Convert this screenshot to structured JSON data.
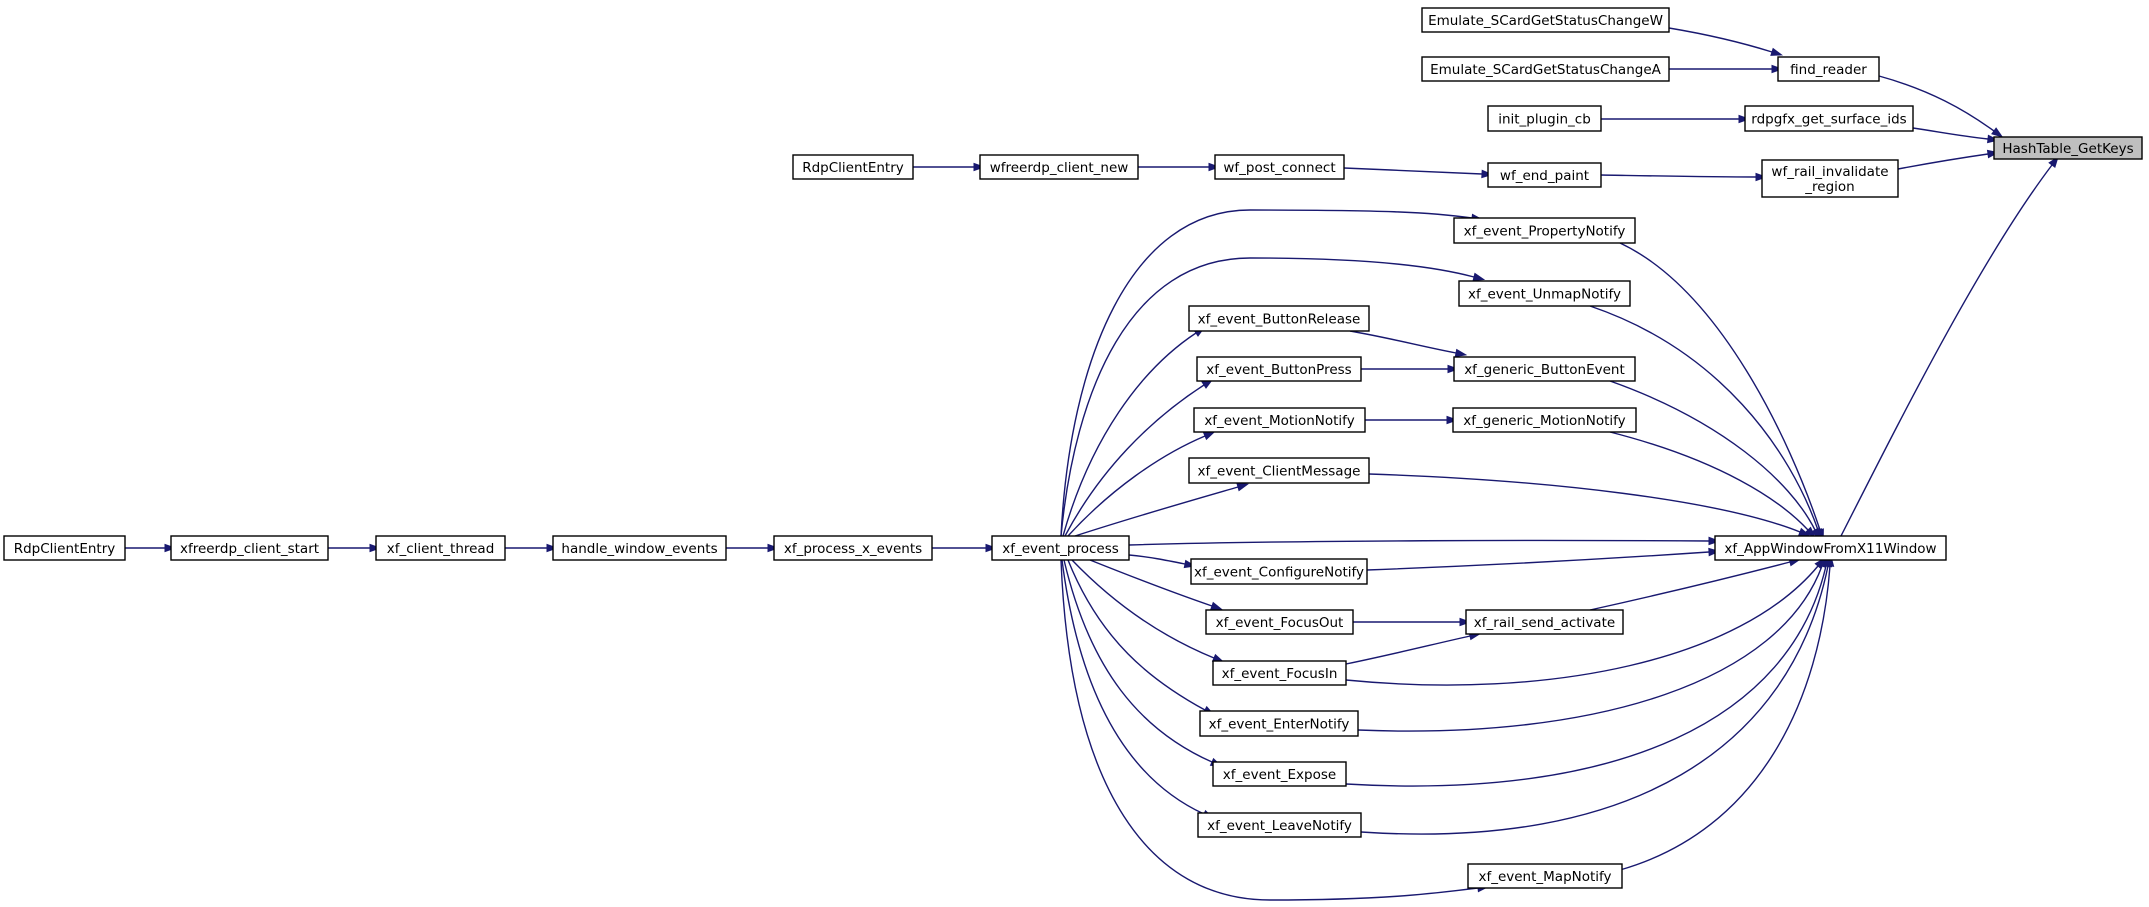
{
  "graph": {
    "root": "HashTable_GetKeys",
    "nodes": [
      {
        "id": "hashtable_getkeys",
        "lines": [
          "HashTable_GetKeys"
        ],
        "root": true
      },
      {
        "id": "emulate_scardgetstatuschangew",
        "lines": [
          "Emulate_SCardGetStatusChangeW"
        ]
      },
      {
        "id": "emulate_scardgetstatuschangea",
        "lines": [
          "Emulate_SCardGetStatusChangeA"
        ]
      },
      {
        "id": "find_reader",
        "lines": [
          "find_reader"
        ]
      },
      {
        "id": "init_plugin_cb",
        "lines": [
          "init_plugin_cb"
        ]
      },
      {
        "id": "rdpgfx_get_surface_ids",
        "lines": [
          "rdpgfx_get_surface_ids"
        ]
      },
      {
        "id": "rdpcliententry_top",
        "lines": [
          "RdpClientEntry"
        ]
      },
      {
        "id": "wfreerdp_client_new",
        "lines": [
          "wfreerdp_client_new"
        ]
      },
      {
        "id": "wf_post_connect",
        "lines": [
          "wf_post_connect"
        ]
      },
      {
        "id": "wf_end_paint",
        "lines": [
          "wf_end_paint"
        ]
      },
      {
        "id": "wf_rail_invalidate_region",
        "lines": [
          "wf_rail_invalidate",
          "_region"
        ]
      },
      {
        "id": "xf_event_propertynotify",
        "lines": [
          "xf_event_PropertyNotify"
        ]
      },
      {
        "id": "xf_event_unmapnotify",
        "lines": [
          "xf_event_UnmapNotify"
        ]
      },
      {
        "id": "xf_event_buttonrelease",
        "lines": [
          "xf_event_ButtonRelease"
        ]
      },
      {
        "id": "xf_event_buttonpress",
        "lines": [
          "xf_event_ButtonPress"
        ]
      },
      {
        "id": "xf_generic_buttonevent",
        "lines": [
          "xf_generic_ButtonEvent"
        ]
      },
      {
        "id": "xf_event_motionnotify",
        "lines": [
          "xf_event_MotionNotify"
        ]
      },
      {
        "id": "xf_generic_motionnotify",
        "lines": [
          "xf_generic_MotionNotify"
        ]
      },
      {
        "id": "xf_event_clientmessage",
        "lines": [
          "xf_event_ClientMessage"
        ]
      },
      {
        "id": "rdpcliententry_left",
        "lines": [
          "RdpClientEntry"
        ]
      },
      {
        "id": "xfreerdp_client_start",
        "lines": [
          "xfreerdp_client_start"
        ]
      },
      {
        "id": "xf_client_thread",
        "lines": [
          "xf_client_thread"
        ]
      },
      {
        "id": "handle_window_events",
        "lines": [
          "handle_window_events"
        ]
      },
      {
        "id": "xf_process_x_events",
        "lines": [
          "xf_process_x_events"
        ]
      },
      {
        "id": "xf_event_process",
        "lines": [
          "xf_event_process"
        ]
      },
      {
        "id": "xf_appwindowfromx11window",
        "lines": [
          "xf_AppWindowFromX11Window"
        ]
      },
      {
        "id": "xf_event_configurenotify",
        "lines": [
          "xf_event_ConfigureNotify"
        ]
      },
      {
        "id": "xf_event_focusout",
        "lines": [
          "xf_event_FocusOut"
        ]
      },
      {
        "id": "xf_rail_send_activate",
        "lines": [
          "xf_rail_send_activate"
        ]
      },
      {
        "id": "xf_event_focusin",
        "lines": [
          "xf_event_FocusIn"
        ]
      },
      {
        "id": "xf_event_enternotify",
        "lines": [
          "xf_event_EnterNotify"
        ]
      },
      {
        "id": "xf_event_expose",
        "lines": [
          "xf_event_Expose"
        ]
      },
      {
        "id": "xf_event_leavenotify",
        "lines": [
          "xf_event_LeaveNotify"
        ]
      },
      {
        "id": "xf_event_mapnotify",
        "lines": [
          "xf_event_MapNotify"
        ]
      }
    ],
    "edges": [
      {
        "from": "emulate_scardgetstatuschangew",
        "to": "find_reader"
      },
      {
        "from": "emulate_scardgetstatuschangea",
        "to": "find_reader"
      },
      {
        "from": "find_reader",
        "to": "hashtable_getkeys"
      },
      {
        "from": "init_plugin_cb",
        "to": "rdpgfx_get_surface_ids"
      },
      {
        "from": "rdpgfx_get_surface_ids",
        "to": "hashtable_getkeys"
      },
      {
        "from": "rdpcliententry_top",
        "to": "wfreerdp_client_new"
      },
      {
        "from": "wfreerdp_client_new",
        "to": "wf_post_connect"
      },
      {
        "from": "wf_post_connect",
        "to": "wf_end_paint"
      },
      {
        "from": "wf_end_paint",
        "to": "wf_rail_invalidate_region"
      },
      {
        "from": "wf_rail_invalidate_region",
        "to": "hashtable_getkeys"
      },
      {
        "from": "xf_appwindowfromx11window",
        "to": "hashtable_getkeys"
      },
      {
        "from": "rdpcliententry_left",
        "to": "xfreerdp_client_start"
      },
      {
        "from": "xfreerdp_client_start",
        "to": "xf_client_thread"
      },
      {
        "from": "xf_client_thread",
        "to": "handle_window_events"
      },
      {
        "from": "handle_window_events",
        "to": "xf_process_x_events"
      },
      {
        "from": "xf_process_x_events",
        "to": "xf_event_process"
      },
      {
        "from": "xf_event_process",
        "to": "xf_event_propertynotify"
      },
      {
        "from": "xf_event_process",
        "to": "xf_event_unmapnotify"
      },
      {
        "from": "xf_event_process",
        "to": "xf_event_buttonrelease"
      },
      {
        "from": "xf_event_process",
        "to": "xf_event_buttonpress"
      },
      {
        "from": "xf_event_process",
        "to": "xf_event_motionnotify"
      },
      {
        "from": "xf_event_process",
        "to": "xf_event_clientmessage"
      },
      {
        "from": "xf_event_process",
        "to": "xf_appwindowfromx11window"
      },
      {
        "from": "xf_event_process",
        "to": "xf_event_configurenotify"
      },
      {
        "from": "xf_event_process",
        "to": "xf_event_focusout"
      },
      {
        "from": "xf_event_process",
        "to": "xf_event_focusin"
      },
      {
        "from": "xf_event_process",
        "to": "xf_event_enternotify"
      },
      {
        "from": "xf_event_process",
        "to": "xf_event_expose"
      },
      {
        "from": "xf_event_process",
        "to": "xf_event_leavenotify"
      },
      {
        "from": "xf_event_process",
        "to": "xf_event_mapnotify"
      },
      {
        "from": "xf_event_buttonrelease",
        "to": "xf_generic_buttonevent"
      },
      {
        "from": "xf_event_buttonpress",
        "to": "xf_generic_buttonevent"
      },
      {
        "from": "xf_event_motionnotify",
        "to": "xf_generic_motionnotify"
      },
      {
        "from": "xf_event_focusout",
        "to": "xf_rail_send_activate"
      },
      {
        "from": "xf_event_focusin",
        "to": "xf_rail_send_activate"
      },
      {
        "from": "xf_event_propertynotify",
        "to": "xf_appwindowfromx11window"
      },
      {
        "from": "xf_event_unmapnotify",
        "to": "xf_appwindowfromx11window"
      },
      {
        "from": "xf_generic_buttonevent",
        "to": "xf_appwindowfromx11window"
      },
      {
        "from": "xf_generic_motionnotify",
        "to": "xf_appwindowfromx11window"
      },
      {
        "from": "xf_event_clientmessage",
        "to": "xf_appwindowfromx11window"
      },
      {
        "from": "xf_event_configurenotify",
        "to": "xf_appwindowfromx11window"
      },
      {
        "from": "xf_rail_send_activate",
        "to": "xf_appwindowfromx11window"
      },
      {
        "from": "xf_event_focusin",
        "to": "xf_appwindowfromx11window"
      },
      {
        "from": "xf_event_enternotify",
        "to": "xf_appwindowfromx11window"
      },
      {
        "from": "xf_event_expose",
        "to": "xf_appwindowfromx11window"
      },
      {
        "from": "xf_event_leavenotify",
        "to": "xf_appwindowfromx11window"
      },
      {
        "from": "xf_event_mapnotify",
        "to": "xf_appwindowfromx11window"
      }
    ]
  }
}
